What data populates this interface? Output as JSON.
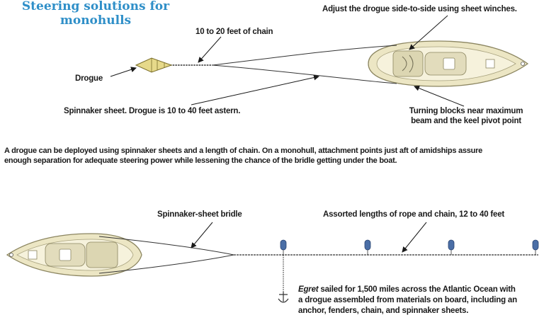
{
  "title_lines": [
    "Steering solutions for",
    "monohulls"
  ],
  "top_diagram": {
    "drogue_label": "Drogue",
    "chain_label": "10 to 20 feet of chain",
    "winch_label": "Adjust the drogue side-to-side using sheet winches.",
    "sheet_label": "Spinnaker sheet. Drogue is 10 to 40 feet astern.",
    "blocks_label_lines": [
      "Turning blocks near maximum",
      "beam and the keel pivot point"
    ]
  },
  "caption_lines": [
    "A drogue can be deployed using spinnaker sheets and a length of chain. On a monohull, attachment points just aft of amidships assure",
    "enough separation for adequate steering power while lessening the chance of the bridle getting under the boat."
  ],
  "bottom_diagram": {
    "bridle_label": "Spinnaker-sheet bridle",
    "rope_label": "Assorted lengths of rope and chain, 12 to 40 feet",
    "egret_name": "Egret",
    "egret_lines": [
      " sailed for 1,500 miles across the Atlantic Ocean with",
      "a drogue assembled from materials on board, including an",
      "anchor, fenders, chain, and spinnaker sheets."
    ]
  },
  "colors": {
    "title": "#2f8fc8",
    "hull": "#ece6c4",
    "deck": "#dcd6b2",
    "fender": "#4a6ea6",
    "drogue": "#e6d98a"
  }
}
